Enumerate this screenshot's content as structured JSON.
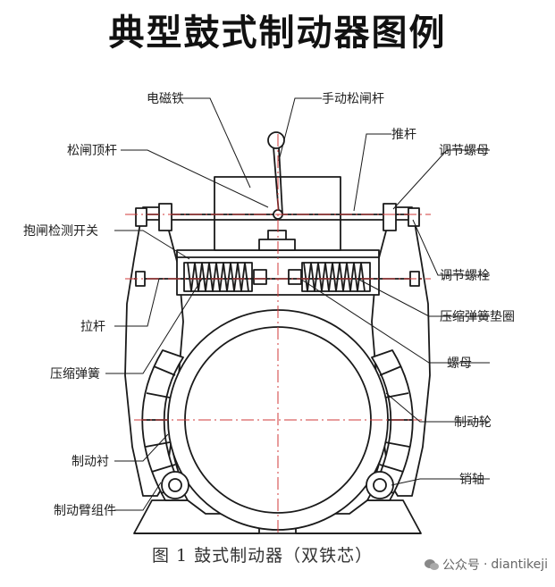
{
  "title": "典型鼓式制动器图例",
  "caption": "图 1  鼓式制动器（双铁芯）",
  "watermark": {
    "platform": "公众号",
    "separator": "·",
    "account": "diantikeji"
  },
  "labels": {
    "electromagnet": "电磁铁",
    "manual_release_lever": "手动松闸杆",
    "release_push_rod": "松闸顶杆",
    "push_rod": "推杆",
    "adjusting_nut_top": "调节螺母",
    "release_detection_switch": "抱闸检测开关",
    "adjusting_bolt": "调节螺栓",
    "pull_rod": "拉杆",
    "spring_washer": "压缩弹簧垫圈",
    "compression_spring": "压缩弹簧",
    "nut": "螺母",
    "brake_wheel": "制动轮",
    "brake_lining": "制动衬",
    "pin_shaft": "销轴",
    "brake_arm_assembly": "制动臂组件"
  },
  "colors": {
    "line": "#1a1a1a",
    "centerline": "#d23a3a",
    "text": "#222222"
  }
}
